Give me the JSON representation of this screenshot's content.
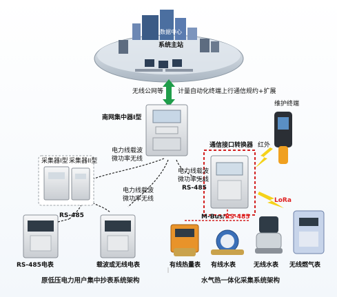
{
  "station": {
    "data_center": "数据中心",
    "main_station": "系统主站"
  },
  "link": {
    "wireless_public": "无线公网等",
    "protocol_note": "计量自动化终端上行通信规约+扩展"
  },
  "concentrator": {
    "title": "南网集中器I型",
    "plc_label_1": "电力线载波",
    "plc_label_2": "微功率无线"
  },
  "collectors": {
    "type1": "采集器I型",
    "type2": "采集器II型",
    "rs485": "RS-485",
    "plc_label_1": "电力线载波",
    "plc_label_2": "微功率无线"
  },
  "meters_left": {
    "rs485_meter": "RS-485电表",
    "carrier_meter": "载波或无线电表"
  },
  "converter": {
    "title": "通信接口转换器",
    "maint_terminal": "维护终端",
    "infrared": "红外",
    "lora": "LoRa",
    "link_label_1": "电力线载波",
    "link_label_2": "微功率无线",
    "link_label_3": "RS-485",
    "mbus": "M-Bus/",
    "mbus_rs485": "RS-485"
  },
  "meters_right": {
    "heat": "有线热量表",
    "water_wired": "有线水表",
    "water_wireless": "无线水表",
    "gas_wireless": "无线燃气表"
  },
  "captions": {
    "left": "原低压电力用户集中抄表系统架构",
    "right": "水气热一体化采集系统架构"
  },
  "colors": {
    "accent_green": "#1f9d4a",
    "dashed_red": "#d21f1f",
    "lightning_yellow": "#f5d21a"
  }
}
